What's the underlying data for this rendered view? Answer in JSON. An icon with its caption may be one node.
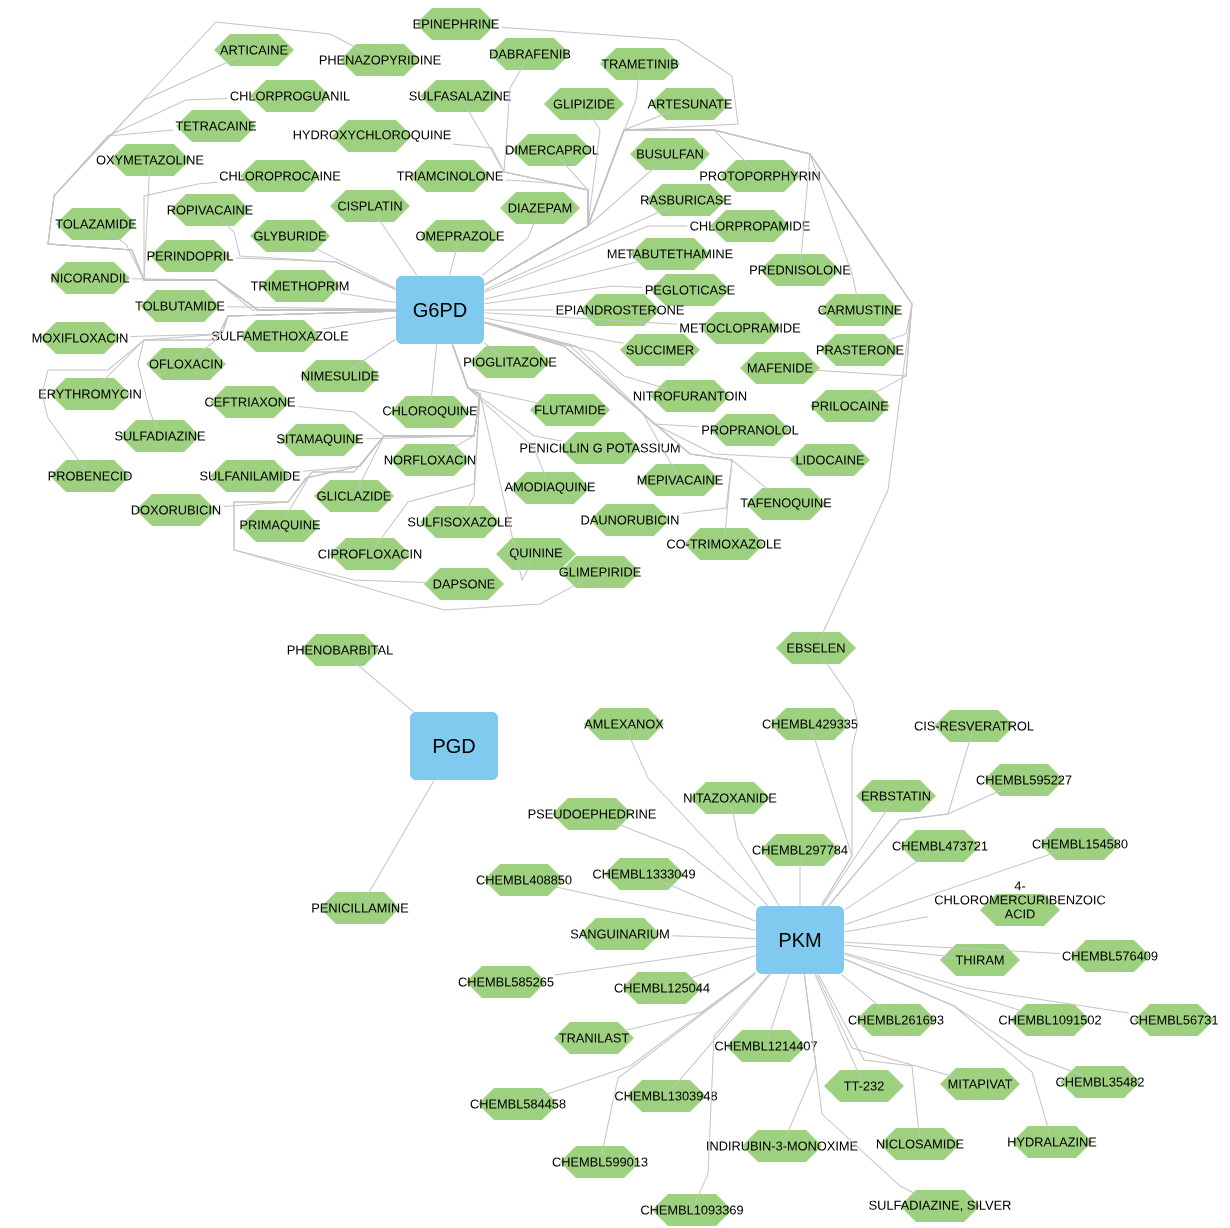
{
  "diagram": {
    "nodes": [
      {
        "text": [
          "G6PD"
        ]
      },
      {
        "text": [
          "EPINEPHRINE"
        ]
      },
      {
        "text": [
          "ARTICAINE"
        ]
      },
      {
        "text": [
          "PHENAZOPYRIDINE"
        ]
      },
      {
        "text": [
          "DABRAFENIB"
        ]
      },
      {
        "text": [
          "TRAMETINIB"
        ]
      },
      {
        "text": [
          "CHLORPROGUANIL"
        ]
      },
      {
        "text": [
          "SULFASALAZINE"
        ]
      },
      {
        "text": [
          "GLIPIZIDE"
        ]
      },
      {
        "text": [
          "ARTESUNATE"
        ]
      },
      {
        "text": [
          "TETRACAINE"
        ]
      },
      {
        "text": [
          "HYDROXYCHLOROQUINE"
        ]
      },
      {
        "text": [
          "OXYMETAZOLINE"
        ]
      },
      {
        "text": [
          "DIMERCAPROL"
        ]
      },
      {
        "text": [
          "BUSULFAN"
        ]
      },
      {
        "text": [
          "CHLOROPROCAINE"
        ]
      },
      {
        "text": [
          "TRIAMCINOLONE"
        ]
      },
      {
        "text": [
          "PROTOPORPHYRIN"
        ]
      },
      {
        "text": [
          "RASBURICASE"
        ]
      },
      {
        "text": [
          "ROPIVACAINE"
        ]
      },
      {
        "text": [
          "CISPLATIN"
        ]
      },
      {
        "text": [
          "DIAZEPAM"
        ]
      },
      {
        "text": [
          "TOLAZAMIDE"
        ]
      },
      {
        "text": [
          "CHLORPROPAMIDE"
        ]
      },
      {
        "text": [
          "GLYBURIDE"
        ]
      },
      {
        "text": [
          "OMEPRAZOLE"
        ]
      },
      {
        "text": [
          "METABUTETHAMINE"
        ]
      },
      {
        "text": [
          "PERINDOPRIL"
        ]
      },
      {
        "text": [
          "PREDNISOLONE"
        ]
      },
      {
        "text": [
          "NICORANDIL"
        ]
      },
      {
        "text": [
          "TRIMETHOPRIM"
        ]
      },
      {
        "text": [
          "PEGLOTICASE"
        ]
      },
      {
        "text": [
          "TOLBUTAMIDE"
        ]
      },
      {
        "text": [
          "EPIANDROSTERONE"
        ]
      },
      {
        "text": [
          "CARMUSTINE"
        ]
      },
      {
        "text": [
          "METOCLOPRAMIDE"
        ]
      },
      {
        "text": [
          "MOXIFLOXACIN"
        ]
      },
      {
        "text": [
          "SULFAMETHOXAZOLE"
        ]
      },
      {
        "text": [
          "SUCCIMER"
        ]
      },
      {
        "text": [
          "PRASTERONE"
        ]
      },
      {
        "text": [
          "OFLOXACIN"
        ]
      },
      {
        "text": [
          "PIOGLITAZONE"
        ]
      },
      {
        "text": [
          "MAFENIDE"
        ]
      },
      {
        "text": [
          "NIMESULIDE"
        ]
      },
      {
        "text": [
          "ERYTHROMYCIN"
        ]
      },
      {
        "text": [
          "CEFTRIAXONE"
        ]
      },
      {
        "text": [
          "CHLOROQUINE"
        ]
      },
      {
        "text": [
          "FLUTAMIDE"
        ]
      },
      {
        "text": [
          "NITROFURANTOIN"
        ]
      },
      {
        "text": [
          "PRILOCAINE"
        ]
      },
      {
        "text": [
          "PROPRANOLOL"
        ]
      },
      {
        "text": [
          "SULFADIAZINE"
        ]
      },
      {
        "text": [
          "SITAMAQUINE"
        ]
      },
      {
        "text": [
          "PENICILLIN G POTASSIUM"
        ]
      },
      {
        "text": [
          "LIDOCAINE"
        ]
      },
      {
        "text": [
          "PROBENECID"
        ]
      },
      {
        "text": [
          "SULFANILAMIDE"
        ]
      },
      {
        "text": [
          "NORFLOXACIN"
        ]
      },
      {
        "text": [
          "AMODIAQUINE"
        ]
      },
      {
        "text": [
          "MEPIVACAINE"
        ]
      },
      {
        "text": [
          "TAFENOQUINE"
        ]
      },
      {
        "text": [
          "DOXORUBICIN"
        ]
      },
      {
        "text": [
          "GLICLAZIDE"
        ]
      },
      {
        "text": [
          "DAUNORUBICIN"
        ]
      },
      {
        "text": [
          "PRIMAQUINE"
        ]
      },
      {
        "text": [
          "SULFISOXAZOLE"
        ]
      },
      {
        "text": [
          "CO-TRIMOXAZOLE"
        ]
      },
      {
        "text": [
          "CIPROFLOXACIN"
        ]
      },
      {
        "text": [
          "QUININE"
        ]
      },
      {
        "text": [
          "GLIMEPIRIDE"
        ]
      },
      {
        "text": [
          "DAPSONE"
        ]
      },
      {
        "text": [
          "PHENOBARBITAL"
        ]
      },
      {
        "text": [
          "EBSELEN"
        ]
      },
      {
        "text": [
          "PGD"
        ]
      },
      {
        "text": [
          "AMLEXANOX"
        ]
      },
      {
        "text": [
          "CHEMBL429335"
        ]
      },
      {
        "text": [
          "CIS-RESVERATROL"
        ]
      },
      {
        "text": [
          "CHEMBL595227"
        ]
      },
      {
        "text": [
          "ERBSTATIN"
        ]
      },
      {
        "text": [
          "PSEUDOEPHEDRINE"
        ]
      },
      {
        "text": [
          "NITAZOXANIDE"
        ]
      },
      {
        "text": [
          "CHEMBL297784"
        ]
      },
      {
        "text": [
          "CHEMBL473721"
        ]
      },
      {
        "text": [
          "CHEMBL154580"
        ]
      },
      {
        "text": [
          "CHEMBL408850"
        ]
      },
      {
        "text": [
          "CHEMBL1333049"
        ]
      },
      {
        "text": [
          "4-CHLOROMERCURIBENZOIC ACID"
        ]
      },
      {
        "text": [
          "PENICILLAMINE"
        ]
      },
      {
        "text": [
          "SANGUINARIUM"
        ]
      },
      {
        "text": [
          "PKM"
        ]
      },
      {
        "text": [
          "THIRAM"
        ]
      },
      {
        "text": [
          "CHEMBL576409"
        ]
      },
      {
        "text": [
          "CHEMBL585265"
        ]
      },
      {
        "text": [
          "CHEMBL125044"
        ]
      },
      {
        "text": [
          "CHEMBL261693"
        ]
      },
      {
        "text": [
          "CHEMBL1091502"
        ]
      },
      {
        "text": [
          "CHEMBL56731"
        ]
      },
      {
        "text": [
          "TRANILAST"
        ]
      },
      {
        "text": [
          "CHEMBL1214407"
        ]
      },
      {
        "text": [
          "TT-232"
        ]
      },
      {
        "text": [
          "MITAPIVAT"
        ]
      },
      {
        "text": [
          "CHEMBL35482"
        ]
      },
      {
        "text": [
          "CHEMBL584458"
        ]
      },
      {
        "text": [
          "CHEMBL1303948"
        ]
      },
      {
        "text": [
          "INDIRUBIN-3-MONOXIME"
        ]
      },
      {
        "text": [
          "NICLOSAMIDE"
        ]
      },
      {
        "text": [
          "HYDRALAZINE"
        ]
      },
      {
        "text": [
          "CHEMBL599013"
        ]
      },
      {
        "text": [
          "CHEMBL1093369"
        ]
      },
      {
        "text": [
          "SULFADIAZINE, SILVER"
        ]
      }
    ],
    "edges": [
      {
        "from": 0,
        "to": 1,
        "arrow": "none"
      },
      {
        "from": 0,
        "to": 2,
        "arrow": "none"
      },
      {
        "from": 0,
        "to": 3,
        "arrow": "none"
      },
      {
        "from": 0,
        "to": 4,
        "arrow": "none"
      },
      {
        "from": 0,
        "to": 5,
        "arrow": "none"
      },
      {
        "from": 0,
        "to": 6,
        "arrow": "none"
      },
      {
        "from": 0,
        "to": 7,
        "arrow": "none"
      },
      {
        "from": 0,
        "to": 8,
        "arrow": "none"
      },
      {
        "from": 0,
        "to": 9,
        "arrow": "none"
      },
      {
        "from": 0,
        "to": 10,
        "arrow": "none"
      },
      {
        "from": 0,
        "to": 11,
        "arrow": "none"
      },
      {
        "from": 0,
        "to": 12,
        "arrow": "none"
      },
      {
        "from": 0,
        "to": 13,
        "arrow": "none"
      },
      {
        "from": 0,
        "to": 14,
        "arrow": "none"
      },
      {
        "from": 0,
        "to": 15,
        "arrow": "none"
      },
      {
        "from": 0,
        "to": 16,
        "arrow": "none"
      },
      {
        "from": 0,
        "to": 17,
        "arrow": "none"
      },
      {
        "from": 0,
        "to": 18,
        "arrow": "none"
      },
      {
        "from": 0,
        "to": 19,
        "arrow": "none"
      },
      {
        "from": 0,
        "to": 20,
        "arrow": "none"
      },
      {
        "from": 0,
        "to": 21,
        "arrow": "none"
      },
      {
        "from": 0,
        "to": 22,
        "arrow": "none"
      },
      {
        "from": 0,
        "to": 23,
        "arrow": "none"
      },
      {
        "from": 0,
        "to": 24,
        "arrow": "none"
      },
      {
        "from": 0,
        "to": 25,
        "arrow": "none"
      },
      {
        "from": 0,
        "to": 26,
        "arrow": "none"
      },
      {
        "from": 0,
        "to": 27,
        "arrow": "none"
      },
      {
        "from": 0,
        "to": 28,
        "arrow": "none"
      },
      {
        "from": 0,
        "to": 29,
        "arrow": "none"
      },
      {
        "from": 0,
        "to": 30,
        "arrow": "none"
      },
      {
        "from": 0,
        "to": 31,
        "arrow": "none"
      },
      {
        "from": 0,
        "to": 32,
        "arrow": "none"
      },
      {
        "from": 0,
        "to": 33,
        "arrow": "none"
      },
      {
        "from": 0,
        "to": 34,
        "arrow": "none"
      },
      {
        "from": 0,
        "to": 35,
        "arrow": "none"
      },
      {
        "from": 0,
        "to": 36,
        "arrow": "none"
      },
      {
        "from": 0,
        "to": 37,
        "arrow": "none"
      },
      {
        "from": 0,
        "to": 38,
        "arrow": "none"
      },
      {
        "from": 0,
        "to": 39,
        "arrow": "none"
      },
      {
        "from": 0,
        "to": 40,
        "arrow": "none"
      },
      {
        "from": 0,
        "to": 41,
        "arrow": "none"
      },
      {
        "from": 0,
        "to": 42,
        "arrow": "none"
      },
      {
        "from": 0,
        "to": 43,
        "arrow": "none"
      },
      {
        "from": 0,
        "to": 44,
        "arrow": "none"
      },
      {
        "from": 0,
        "to": 45,
        "arrow": "none"
      },
      {
        "from": 0,
        "to": 46,
        "arrow": "none"
      },
      {
        "from": 0,
        "to": 47,
        "arrow": "none"
      },
      {
        "from": 0,
        "to": 48,
        "arrow": "none"
      },
      {
        "from": 0,
        "to": 49,
        "arrow": "none"
      },
      {
        "from": 0,
        "to": 50,
        "arrow": "none"
      },
      {
        "from": 0,
        "to": 51,
        "arrow": "none"
      },
      {
        "from": 0,
        "to": 52,
        "arrow": "none"
      },
      {
        "from": 0,
        "to": 53,
        "arrow": "none"
      },
      {
        "from": 0,
        "to": 54,
        "arrow": "none"
      },
      {
        "from": 0,
        "to": 55,
        "arrow": "none"
      },
      {
        "from": 0,
        "to": 56,
        "arrow": "none"
      },
      {
        "from": 0,
        "to": 57,
        "arrow": "none"
      },
      {
        "from": 0,
        "to": 58,
        "arrow": "none"
      },
      {
        "from": 0,
        "to": 59,
        "arrow": "none"
      },
      {
        "from": 0,
        "to": 60,
        "arrow": "none"
      },
      {
        "from": 0,
        "to": 61,
        "arrow": "none"
      },
      {
        "from": 0,
        "to": 62,
        "arrow": "none"
      },
      {
        "from": 0,
        "to": 63,
        "arrow": "none"
      },
      {
        "from": 0,
        "to": 64,
        "arrow": "none"
      },
      {
        "from": 0,
        "to": 65,
        "arrow": "none"
      },
      {
        "from": 0,
        "to": 66,
        "arrow": "none"
      },
      {
        "from": 0,
        "to": 67,
        "arrow": "none"
      },
      {
        "from": 0,
        "to": 68,
        "arrow": "none"
      },
      {
        "from": 0,
        "to": 69,
        "arrow": "none"
      },
      {
        "from": 0,
        "to": 70,
        "arrow": "none"
      },
      {
        "from": 0,
        "to": 72,
        "arrow": "none"
      },
      {
        "from": 73,
        "to": 71,
        "arrow": "none"
      },
      {
        "from": 73,
        "to": 87,
        "arrow": "none"
      },
      {
        "from": 89,
        "to": 72,
        "arrow": "none"
      },
      {
        "from": 89,
        "to": 74,
        "arrow": "none"
      },
      {
        "from": 89,
        "to": 75,
        "arrow": "none"
      },
      {
        "from": 89,
        "to": 76,
        "arrow": "none"
      },
      {
        "from": 89,
        "to": 77,
        "arrow": "none"
      },
      {
        "from": 89,
        "to": 78,
        "arrow": "none"
      },
      {
        "from": 89,
        "to": 79,
        "arrow": "none"
      },
      {
        "from": 89,
        "to": 80,
        "arrow": "none"
      },
      {
        "from": 89,
        "to": 81,
        "arrow": "none"
      },
      {
        "from": 89,
        "to": 82,
        "arrow": "none"
      },
      {
        "from": 89,
        "to": 83,
        "arrow": "none"
      },
      {
        "from": 89,
        "to": 84,
        "arrow": "none"
      },
      {
        "from": 89,
        "to": 85,
        "arrow": "none"
      },
      {
        "from": 89,
        "to": 86,
        "arrow": "none"
      },
      {
        "from": 89,
        "to": 88,
        "arrow": "none"
      },
      {
        "from": 89,
        "to": 90,
        "arrow": "none"
      },
      {
        "from": 89,
        "to": 91,
        "arrow": "none"
      },
      {
        "from": 89,
        "to": 92,
        "arrow": "none"
      },
      {
        "from": 89,
        "to": 93,
        "arrow": "none"
      },
      {
        "from": 89,
        "to": 94,
        "arrow": "none"
      },
      {
        "from": 89,
        "to": 95,
        "arrow": "none"
      },
      {
        "from": 89,
        "to": 96,
        "arrow": "none"
      },
      {
        "from": 89,
        "to": 97,
        "arrow": "none"
      },
      {
        "from": 89,
        "to": 98,
        "arrow": "none"
      },
      {
        "from": 89,
        "to": 99,
        "arrow": "none"
      },
      {
        "from": 89,
        "to": 100,
        "arrow": "none"
      },
      {
        "from": 89,
        "to": 101,
        "arrow": "none"
      },
      {
        "from": 89,
        "to": 102,
        "arrow": "none"
      },
      {
        "from": 89,
        "to": 103,
        "arrow": "none"
      },
      {
        "from": 89,
        "to": 104,
        "arrow": "none"
      },
      {
        "from": 89,
        "to": 105,
        "arrow": "none"
      },
      {
        "from": 89,
        "to": 106,
        "arrow": "none"
      },
      {
        "from": 89,
        "to": 107,
        "arrow": "none"
      },
      {
        "from": 89,
        "to": 108,
        "arrow": "none"
      },
      {
        "from": 89,
        "to": 109,
        "arrow": "none"
      }
    ]
  }
}
